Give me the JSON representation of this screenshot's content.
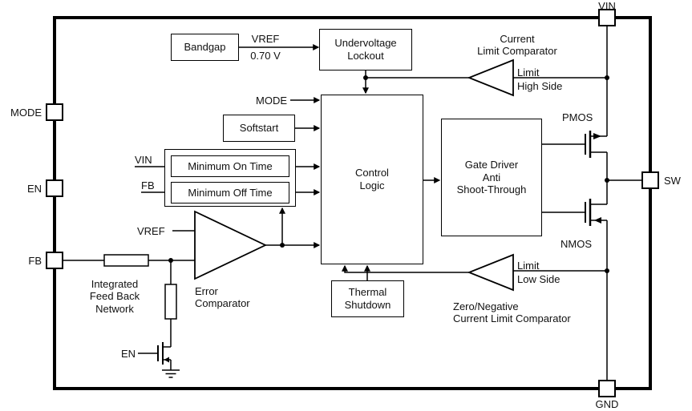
{
  "pins": {
    "mode": "MODE",
    "en": "EN",
    "fb": "FB",
    "vin": "VIN",
    "sw": "SW",
    "gnd": "GND"
  },
  "blocks": {
    "bandgap": "Bandgap",
    "undervoltage_lockout": "Undervoltage\nLockout",
    "softstart": "Softstart",
    "minimum_on_time": "Minimum On Time",
    "minimum_off_time": "Minimum Off Time",
    "control_logic": "Control\nLogic",
    "gate_driver": "Gate Driver\nAnti\nShoot-Through",
    "thermal_shutdown": "Thermal\nShutdown"
  },
  "comparators": {
    "error": "Error\nComparator",
    "current_limit": "Current\nLimit Comparator",
    "zero_negative": "Zero/Negative\nCurrent Limit Comparator"
  },
  "signals": {
    "bandgap_vref": "VREF",
    "bandgap_vref_value": "0.70 V",
    "mode_input": "MODE",
    "vin_sense": "VIN",
    "fb_sense": "FB",
    "vref_input": "VREF",
    "limit_high": "Limit",
    "high_side": "High Side",
    "limit_low": "Limit",
    "low_side": "Low Side",
    "en_gate": "EN"
  },
  "transistors": {
    "pmos": "PMOS",
    "nmos": "NMOS"
  },
  "feedback_network": "Integrated\nFeed Back\nNetwork"
}
